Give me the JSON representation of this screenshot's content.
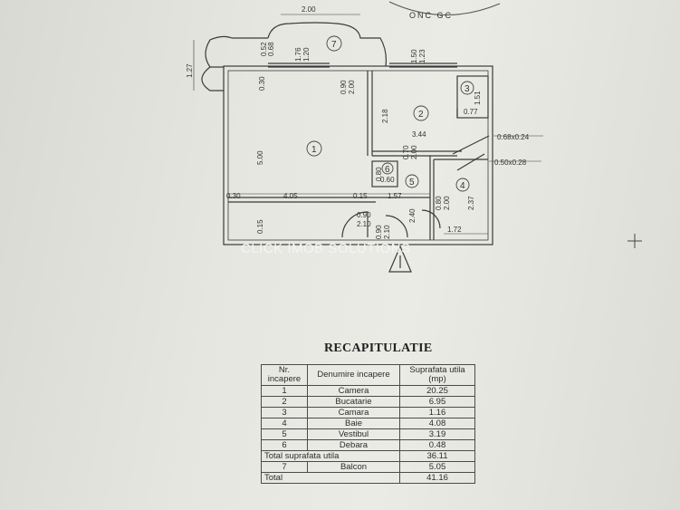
{
  "plan": {
    "dims": {
      "top_width": "2.00",
      "balcony_v1": "0.52",
      "balcony_v2": "0.68",
      "balcony_left": "1.27",
      "bal_in_1": "1.76",
      "bal_in_2": "1.20",
      "win_1": "0.30",
      "door_1": "0.90",
      "door_2": "2.00",
      "win_r1": "1.50",
      "win_r2": "1.23",
      "r3_h": "1.51",
      "r3_w": "0.77",
      "r2_h": "2.18",
      "r2_w": "3.44",
      "d_068": "0.68x0.24",
      "d_050": "0.50x0.28",
      "r1_h": "5.00",
      "r6_1": "0.80",
      "r6_2": "0.60",
      "r5_1": "0.70",
      "r5_2": "2.00",
      "r4_1": "0.80",
      "r4_2": "2.00",
      "r4_h": "2.37",
      "left_030": "0.30",
      "w_405": "4.05",
      "w_015": "0.15",
      "w_157": "1.57",
      "low_015": "0.15",
      "d_090": "0.90",
      "d_210": "2.10",
      "v_240": "2.40",
      "w_172": "1.72",
      "e_090": "0.90",
      "e_210": "2.10"
    },
    "rooms": {
      "r1": "1",
      "r2": "2",
      "r3": "3",
      "r4": "4",
      "r5": "5",
      "r6": "6",
      "r7": "7"
    },
    "stamp": "ONC GC",
    "watermark": "CLICK IMOB SOLUTIONS"
  },
  "recap": {
    "title": "RECAPITULATIE",
    "headers": [
      "Nr. incapere",
      "Denumire incapere",
      "Suprafata utila (mp)"
    ],
    "rows": [
      {
        "nr": "1",
        "name": "Camera",
        "area": "20.25"
      },
      {
        "nr": "2",
        "name": "Bucatarie",
        "area": "6.95"
      },
      {
        "nr": "3",
        "name": "Camara",
        "area": "1.16"
      },
      {
        "nr": "4",
        "name": "Baie",
        "area": "4.08"
      },
      {
        "nr": "5",
        "name": "Vestibul",
        "area": "3.19"
      },
      {
        "nr": "6",
        "name": "Debara",
        "area": "0.48"
      }
    ],
    "total_util_label": "Total suprafata utila",
    "total_util": "36.11",
    "balcony": {
      "nr": "7",
      "name": "Balcon",
      "area": "5.05"
    },
    "total_label": "Total",
    "total": "41.16"
  }
}
